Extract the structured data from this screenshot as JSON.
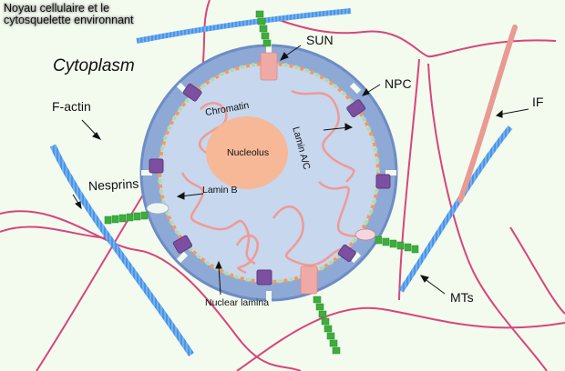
{
  "title": {
    "line1": "Noyau cellulaire et le",
    "line2": "cytosquelette environnant"
  },
  "regions": {
    "cytoplasm": "Cytoplasm"
  },
  "labels": {
    "sun": "SUN",
    "npc": "NPC",
    "f_actin": "F-actin",
    "if": "IF",
    "nesprins": "Nesprins",
    "mts": "MTs",
    "chromatin": "Chromatin",
    "lamin_ac": "Lamin A/C",
    "nucleolus": "Nucleolus",
    "lamin_b": "Lamin B",
    "nuclear_lamina": "Nuclear lamina"
  },
  "colors": {
    "background": "#f3fbef",
    "nucleus_interior": "#c6d7ee",
    "nuclear_envelope": "#8fa9d6",
    "envelope_edge": "#6e8cc4",
    "npc": "#7d4fa0",
    "nucleolus": "#f6b896",
    "chromatin": "#f19a94",
    "f_actin": "#d8457a",
    "microtubule": "#4e94e4",
    "intermediate_filament": "#e99a92",
    "nesprin": "#3cae3c",
    "sun": "#f0aaa6",
    "lamin_orange": "#f19b5b",
    "lamin_green": "#b3d9a6"
  }
}
